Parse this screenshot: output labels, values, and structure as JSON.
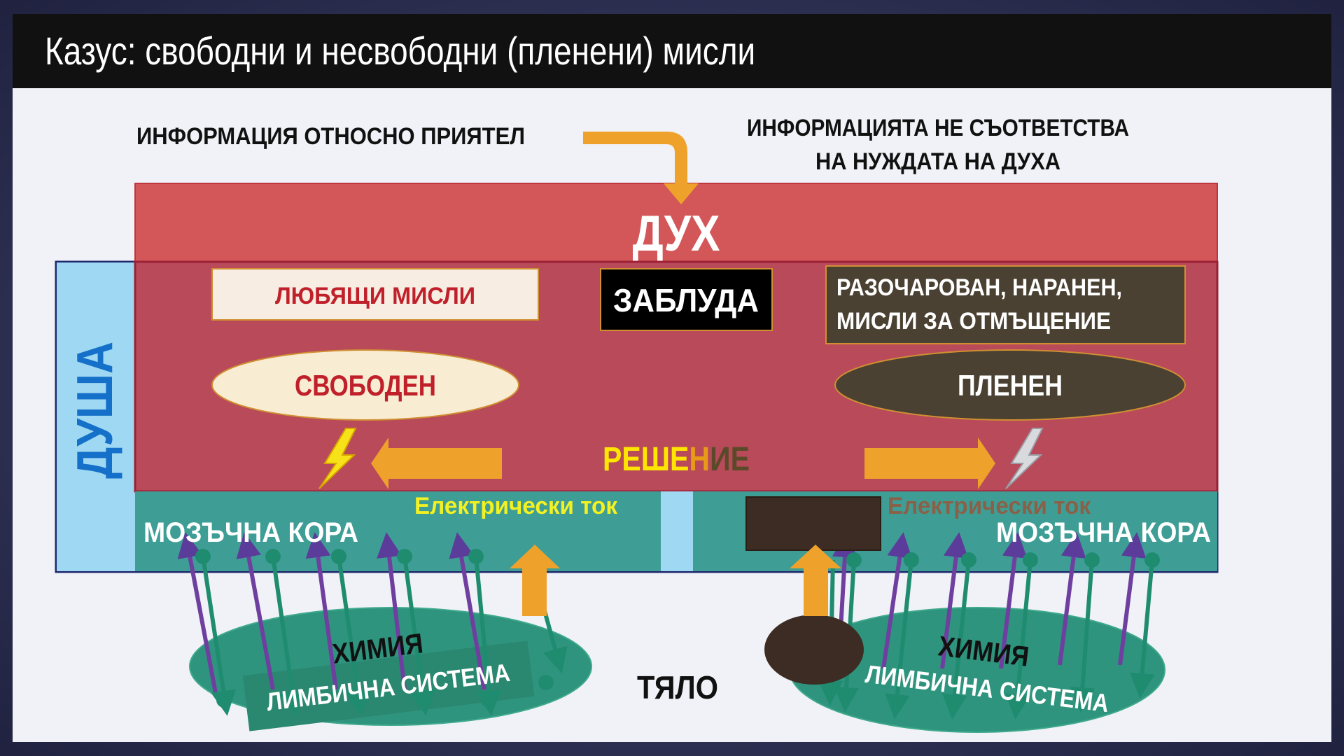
{
  "title": "Казус: свободни и несвободни (пленени) мисли",
  "diagram": {
    "top_left_caption": "ИНФОРМАЦИЯ ОТНОСНО ПРИЯТЕЛ",
    "top_right_caption_line1": "ИНФОРМАЦИЯТА НЕ СЪОТВЕТСТВА",
    "top_right_caption_line2": "НА НУЖДАТА НА ДУХА",
    "spirit_label": "ДУХ",
    "soul_label": "ДУША",
    "loving_thoughts": "ЛЮБЯЩИ МИСЛИ",
    "delusion": "ЗАБЛУДА",
    "hurt_line1": "РАЗОЧАРОВАН, НАРАНЕН,",
    "hurt_line2": "МИСЛИ ЗА ОТМЪЩЕНИЕ",
    "free": "СВОБОДЕН",
    "captive": "ПЛЕНЕН",
    "decision_part1": "РЕШЕ",
    "decision_part2": "Н",
    "decision_part3": "ИЕ",
    "electric_current_left": "Електрически ток",
    "electric_current_right": "Електрически ток",
    "cortex_left": "МОЗЪЧНА КОРА",
    "cortex_right": "МОЗЪЧНА КОРА",
    "chemistry_left": "ХИМИЯ",
    "limbic_left": "ЛИМБИЧНА СИСТЕМА",
    "chemistry_right": "ХИМИЯ",
    "limbic_right": "ЛИМБИЧНА СИСТЕМА",
    "body_label": "ТЯЛО"
  },
  "colors": {
    "spirit_red": "#d35658",
    "soul_red": "#b84a5a",
    "cortex_teal": "#3e9e95",
    "soul_blue": "#9ed8f2",
    "arrow_orange": "#eea22c",
    "captive_brown": "#4a4132",
    "free_cream": "#f8edd2",
    "limbic_teal": "#2f947e",
    "purple_fiber": "#6f3fa0",
    "teal_fiber": "#1f8c70"
  }
}
